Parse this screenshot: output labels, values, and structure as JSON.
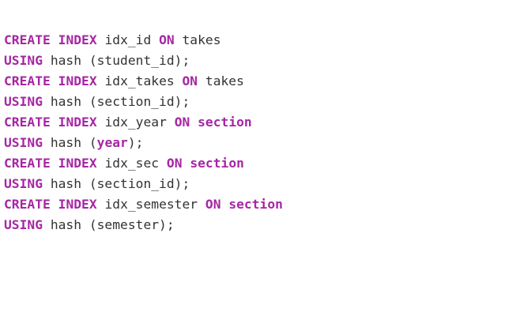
{
  "theme": {
    "keyword_color": "#a626a4",
    "text_color": "#333333",
    "background": "#ffffff"
  },
  "code": {
    "lines": [
      [
        {
          "t": "CREATE",
          "kw": true
        },
        {
          "t": " ",
          "kw": false
        },
        {
          "t": "INDEX",
          "kw": true
        },
        {
          "t": " idx_id ",
          "kw": false
        },
        {
          "t": "ON",
          "kw": true
        },
        {
          "t": " takes",
          "kw": false
        }
      ],
      [
        {
          "t": "USING",
          "kw": true
        },
        {
          "t": " hash (student_id);",
          "kw": false
        }
      ],
      [
        {
          "t": "CREATE",
          "kw": true
        },
        {
          "t": " ",
          "kw": false
        },
        {
          "t": "INDEX",
          "kw": true
        },
        {
          "t": " idx_takes ",
          "kw": false
        },
        {
          "t": "ON",
          "kw": true
        },
        {
          "t": " takes",
          "kw": false
        }
      ],
      [
        {
          "t": "USING",
          "kw": true
        },
        {
          "t": " hash (section_id);",
          "kw": false
        }
      ],
      [
        {
          "t": "CREATE",
          "kw": true
        },
        {
          "t": " ",
          "kw": false
        },
        {
          "t": "INDEX",
          "kw": true
        },
        {
          "t": " idx_year ",
          "kw": false
        },
        {
          "t": "ON",
          "kw": true
        },
        {
          "t": " ",
          "kw": false
        },
        {
          "t": "section",
          "kw": true
        }
      ],
      [
        {
          "t": "USING",
          "kw": true
        },
        {
          "t": " hash (",
          "kw": false
        },
        {
          "t": "year",
          "kw": true
        },
        {
          "t": ");",
          "kw": false
        }
      ],
      [
        {
          "t": "CREATE",
          "kw": true
        },
        {
          "t": " ",
          "kw": false
        },
        {
          "t": "INDEX",
          "kw": true
        },
        {
          "t": " idx_sec ",
          "kw": false
        },
        {
          "t": "ON",
          "kw": true
        },
        {
          "t": " ",
          "kw": false
        },
        {
          "t": "section",
          "kw": true
        }
      ],
      [
        {
          "t": "USING",
          "kw": true
        },
        {
          "t": " hash (section_id);",
          "kw": false
        }
      ],
      [
        {
          "t": "CREATE",
          "kw": true
        },
        {
          "t": " ",
          "kw": false
        },
        {
          "t": "INDEX",
          "kw": true
        },
        {
          "t": " idx_semester ",
          "kw": false
        },
        {
          "t": "ON",
          "kw": true
        },
        {
          "t": " ",
          "kw": false
        },
        {
          "t": "section",
          "kw": true
        }
      ],
      [
        {
          "t": "USING",
          "kw": true
        },
        {
          "t": " hash (semester);",
          "kw": false
        }
      ]
    ]
  }
}
